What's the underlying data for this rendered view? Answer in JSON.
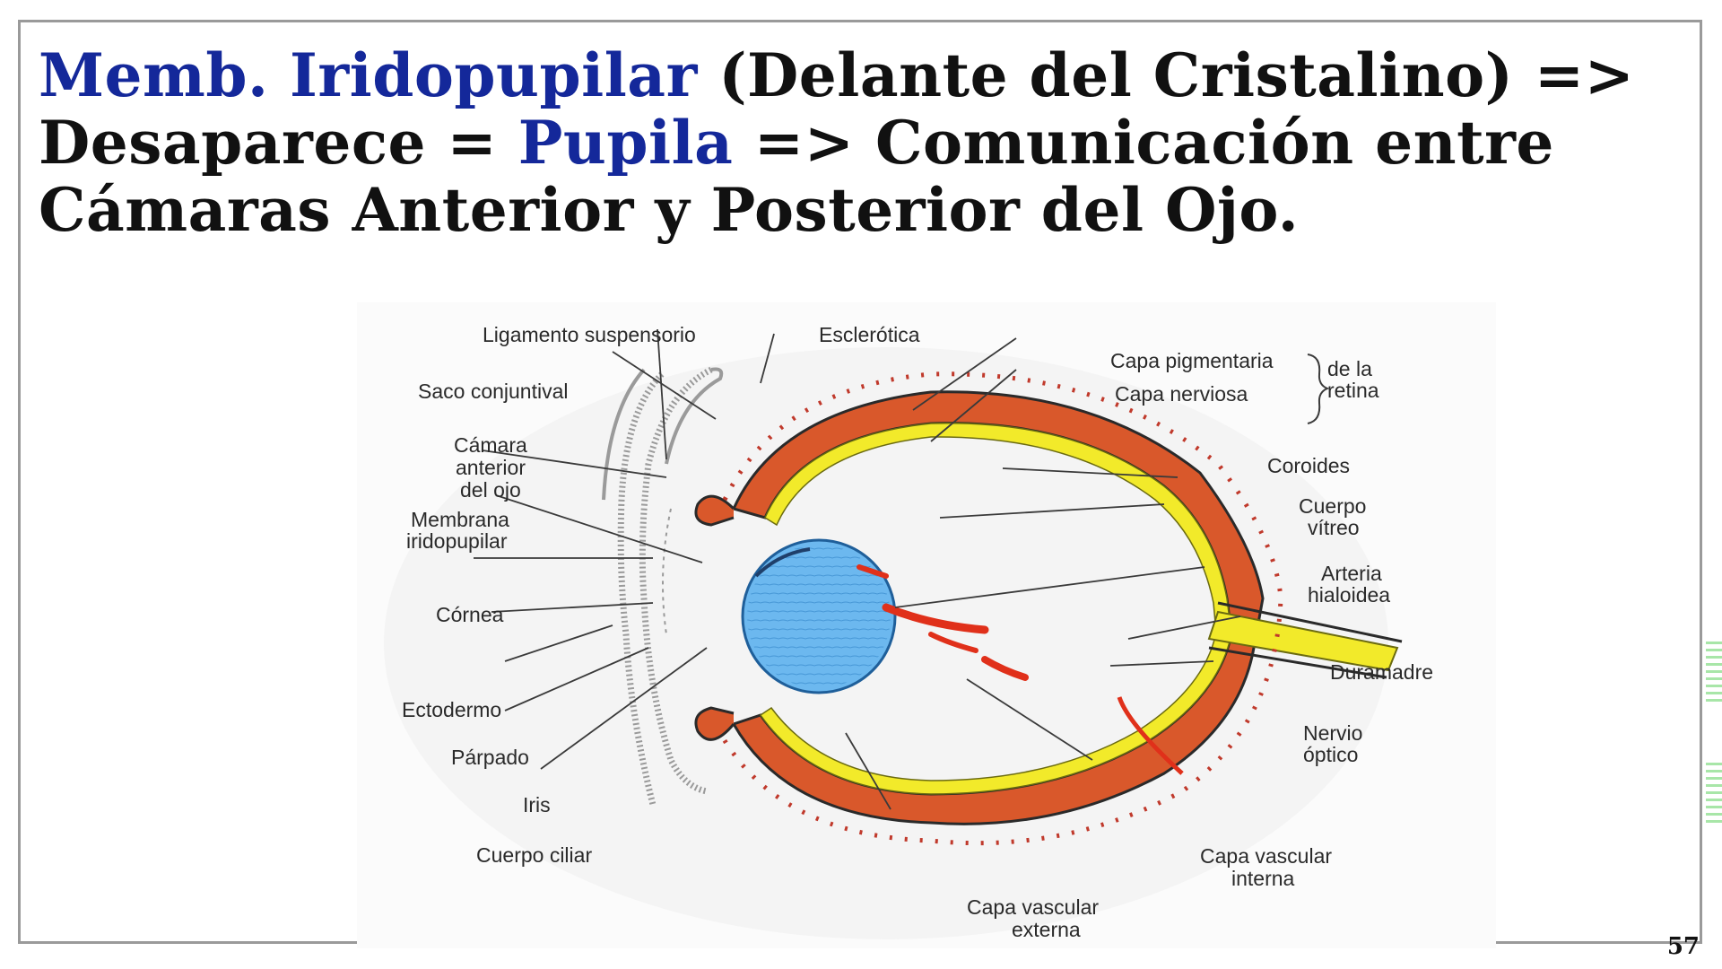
{
  "slide": {
    "title": {
      "part1": "Memb. Iridopupilar",
      "part2": " (Delante del Cristalino) =>",
      "part3": "Desaparece = ",
      "part4": "Pupila",
      "part5": " => Comunicación entre",
      "part6": "Cámaras Anterior y Posterior del Ojo."
    },
    "page_number": "57",
    "colors": {
      "highlight": "#14289a",
      "text": "#111111",
      "sclera": "#d9582b",
      "lens": "#6cb8ef",
      "retina": "#f2ea2a",
      "vessel": "#e0301a"
    }
  },
  "diagram": {
    "labels": {
      "ligamento": "Ligamento suspensorio",
      "esclerotica": "Esclerótica",
      "capa_pigmentaria": "Capa pigmentaria",
      "capa_nerviosa": "Capa nerviosa",
      "de_la": "de la",
      "retina": "retina",
      "saco": "Saco conjuntival",
      "camara1": "Cámara",
      "camara2": "anterior",
      "camara3": "del ojo",
      "coroides": "Coroides",
      "cuerpo1": "Cuerpo",
      "cuerpo2": "vítreo",
      "membrana1": "Membrana",
      "membrana2": "iridopupilar",
      "arteria1": "Arteria",
      "arteria2": "hialoidea",
      "cornea": "Córnea",
      "ectodermo": "Ectodermo",
      "duramadre": "Duramadre",
      "parpado": "Párpado",
      "nervio1": "Nervio",
      "nervio2": "óptico",
      "iris": "Iris",
      "capa_vascular_interna1": "Capa vascular",
      "capa_vascular_interna2": "interna",
      "cuerpo_ciliar": "Cuerpo ciliar",
      "capa_vascular_externa1": "Capa vascular",
      "capa_vascular_externa2": "externa"
    }
  }
}
